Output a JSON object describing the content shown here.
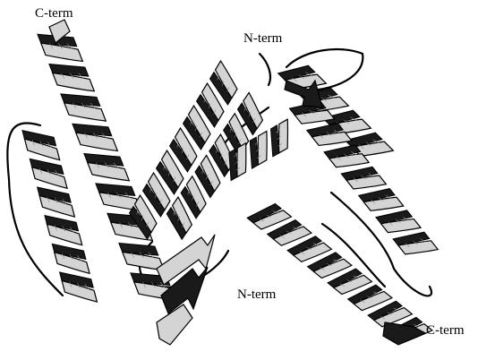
{
  "figure": {
    "labels": [
      {
        "id": "label-cterm-top-left",
        "text": "C-term"
      },
      {
        "id": "label-nterm-top",
        "text": "N-term"
      },
      {
        "id": "label-nterm-bottom",
        "text": "N-term"
      },
      {
        "id": "label-cterm-bottom-right",
        "text": "C-term"
      }
    ],
    "colors": {
      "ribbon_front": "#d4d4d4",
      "ribbon_back": "#1a1a1a",
      "outline": "#000000",
      "background": "#ffffff"
    }
  }
}
